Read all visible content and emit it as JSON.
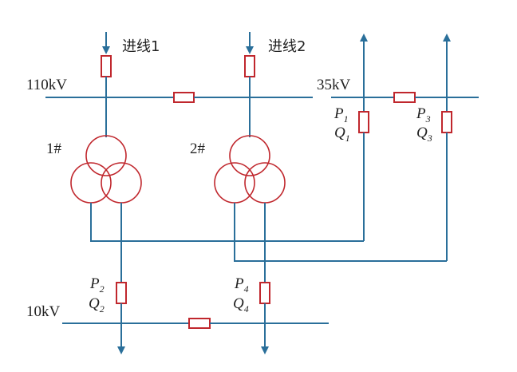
{
  "incoming": {
    "line1": "进线1",
    "line2": "进线2"
  },
  "buses": {
    "hv": "110kV",
    "mv": "35kV",
    "lv": "10kV"
  },
  "transformers": {
    "t1": "1#",
    "t2": "2#"
  },
  "loads": {
    "p1": {
      "sym": "P",
      "sub": "1"
    },
    "q1": {
      "sym": "Q",
      "sub": "1"
    },
    "p2": {
      "sym": "P",
      "sub": "2"
    },
    "q2": {
      "sym": "Q",
      "sub": "2"
    },
    "p3": {
      "sym": "P",
      "sub": "3"
    },
    "q3": {
      "sym": "Q",
      "sub": "3"
    },
    "p4": {
      "sym": "P",
      "sub": "4"
    },
    "q4": {
      "sym": "Q",
      "sub": "4"
    }
  },
  "colors": {
    "wire": "#2a6f9a",
    "component": "#c0272d"
  }
}
